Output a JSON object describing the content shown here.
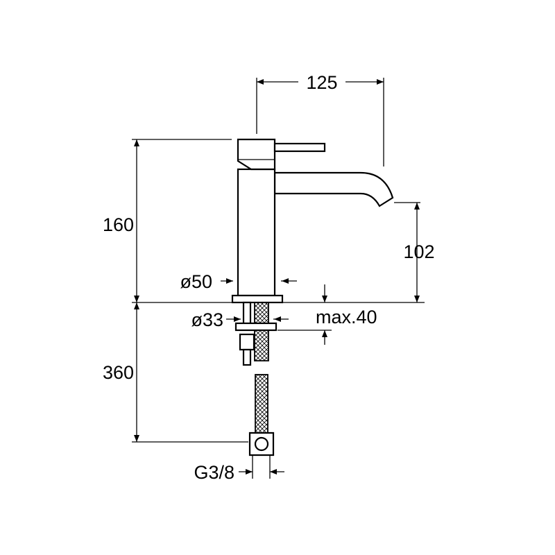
{
  "dimensions": {
    "spout_reach": "125",
    "total_height": "160",
    "spout_height": "102",
    "body_diameter": "ø50",
    "hole_diameter": "ø33",
    "max_thickness": "max.40",
    "hose_length": "360",
    "connection_thread": "G3/8"
  },
  "colors": {
    "line": "#000000",
    "background": "#ffffff"
  }
}
